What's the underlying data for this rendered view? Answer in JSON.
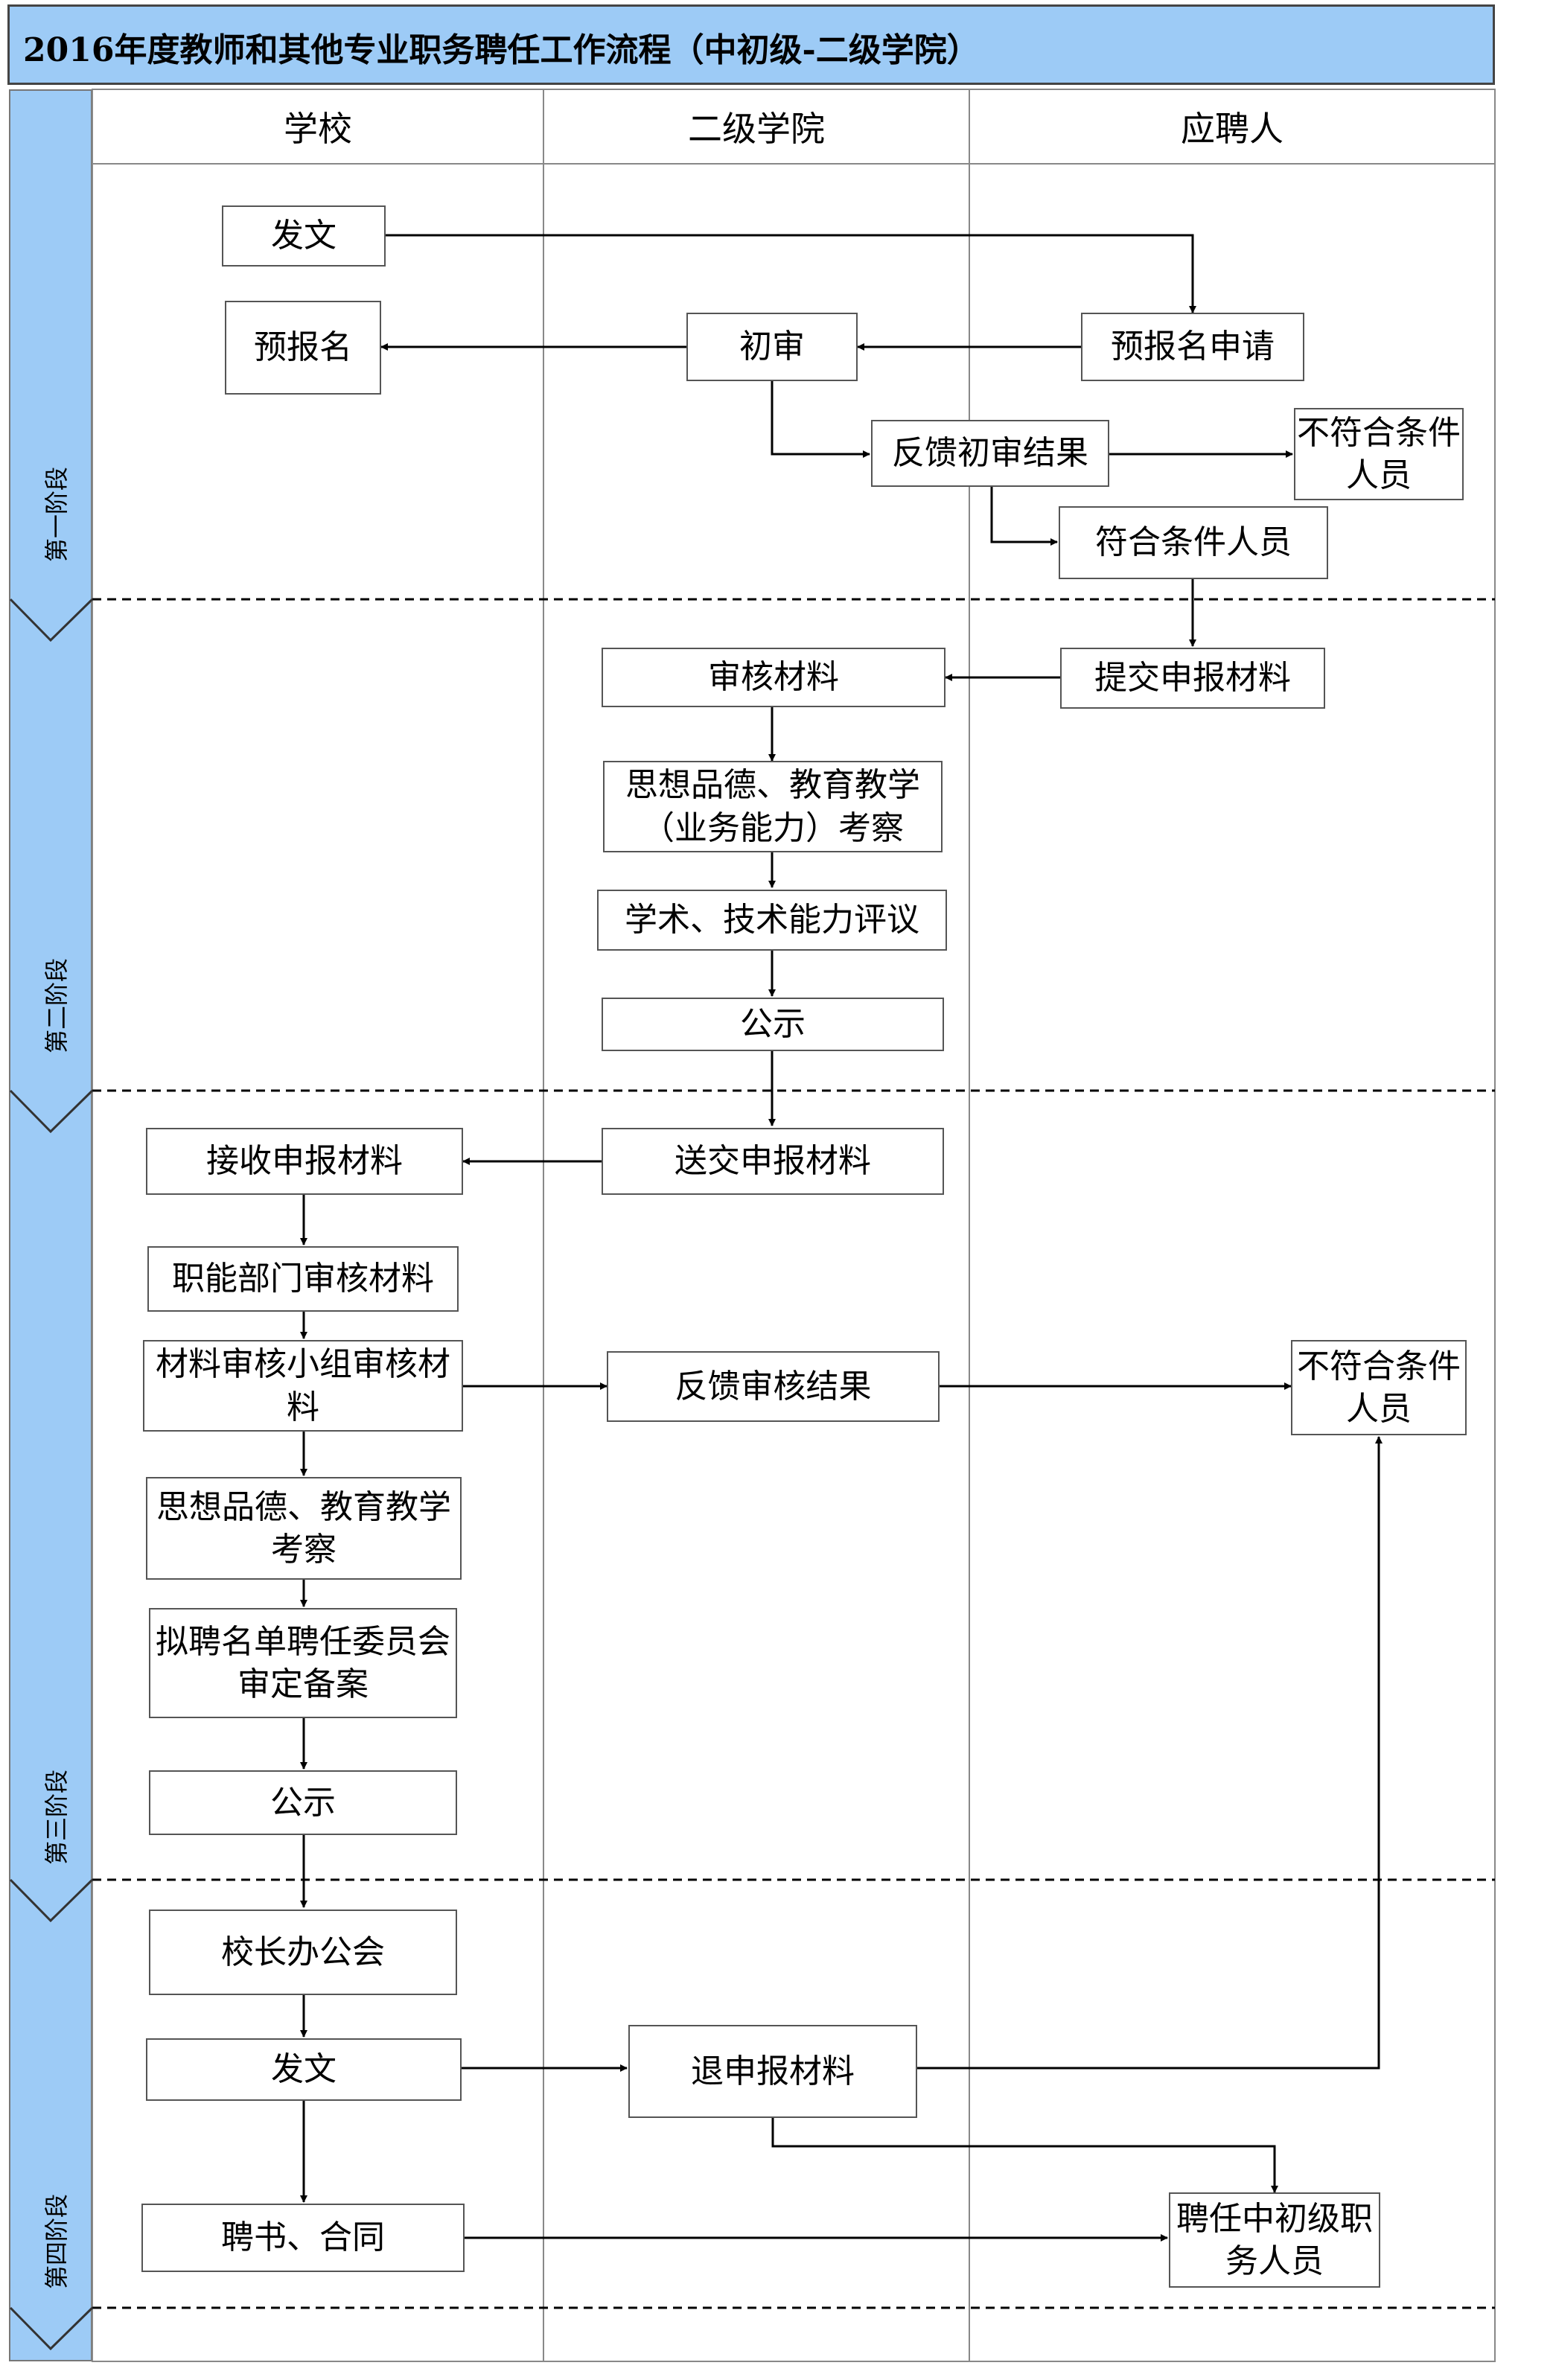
{
  "title": "2016年度教师和其他专业职务聘任工作流程（中初级-二级学院）",
  "lanes": [
    "学校",
    "二级学院",
    "应聘人"
  ],
  "stages": [
    "第一阶段",
    "第二阶段",
    "第三阶段",
    "第四阶段"
  ],
  "nodes": {
    "fawen1": "发文",
    "yubaoming": "预报名",
    "chushen": "初审",
    "yubaoming_shenqing": "预报名申请",
    "fankui_chushen": "反馈初审结果",
    "bufuhe1": "不符合条件人员",
    "fuhe": "符合条件人员",
    "shenhe_cailiao": "审核材料",
    "tijiao": "提交申报材料",
    "sixiang1": "思想品德、教育教学（业务能力）考察",
    "xueshu": "学术、技术能力评议",
    "gongshi1": "公示",
    "jieshou": "接收申报材料",
    "songjiao": "送交申报材料",
    "zhineng": "职能部门审核材料",
    "xiaozu": "材料审核小组审核材料",
    "fankui_shenhe": "反馈审核结果",
    "bufuhe2": "不符合条件人员",
    "sixiang2": "思想品德、教育教学考察",
    "nipin": "拟聘名单聘任委员会审定备案",
    "gongshi2": "公示",
    "xiaozhang": "校长办公会",
    "fawen2": "发文",
    "tui": "退申报材料",
    "pinshu": "聘书、合同",
    "pinren": "聘任中初级职务人员"
  }
}
